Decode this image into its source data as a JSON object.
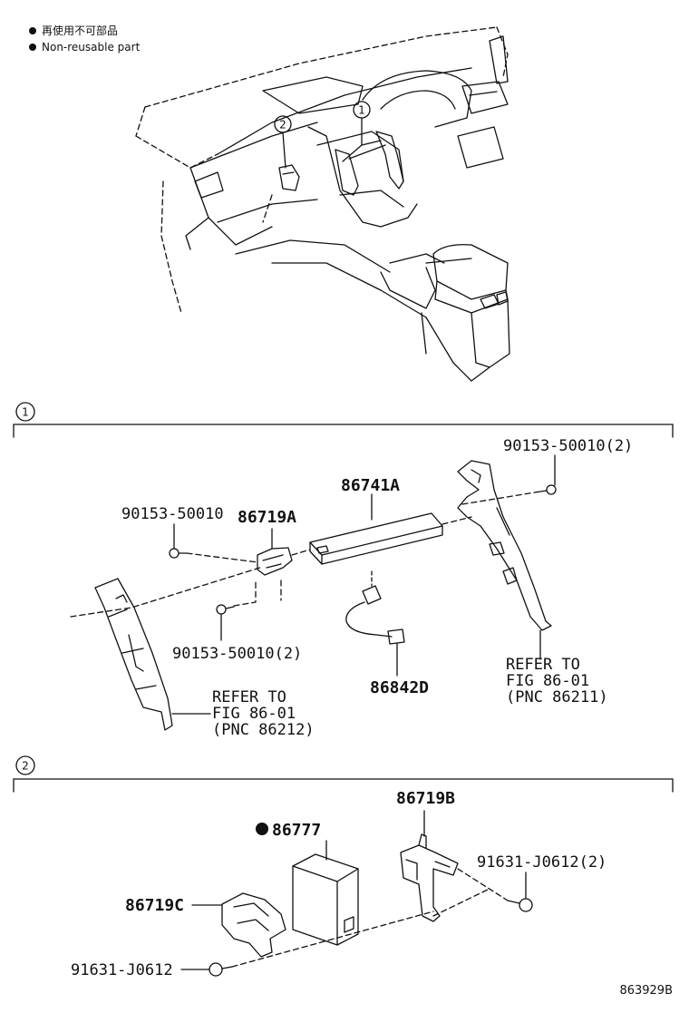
{
  "legend": {
    "line1": "再使用不可部品",
    "line2": "Non-reusable part"
  },
  "sections": [
    {
      "number": "1"
    },
    {
      "number": "2"
    }
  ],
  "overview_callouts": [
    "1",
    "2"
  ],
  "parts": {
    "p86741A": "86741A",
    "p86719A": "86719A",
    "p90153_top_left": "90153-50010",
    "p90153_top_right": "90153-50010(2)",
    "p90153_bottom": "90153-50010(2)",
    "p86842D": "86842D",
    "p86719B": "86719B",
    "p86777": "86777",
    "p86719C": "86719C",
    "p91631_2": "91631-J0612(2)",
    "p91631": "91631-J0612"
  },
  "refer_left": {
    "line1": "REFER TO",
    "line2": "FIG 86-01",
    "line3": "(PNC 86212)"
  },
  "refer_right": {
    "line1": "REFER TO",
    "line2": "FIG 86-01",
    "line3": "(PNC 86211)"
  },
  "figure_code": "863929B"
}
